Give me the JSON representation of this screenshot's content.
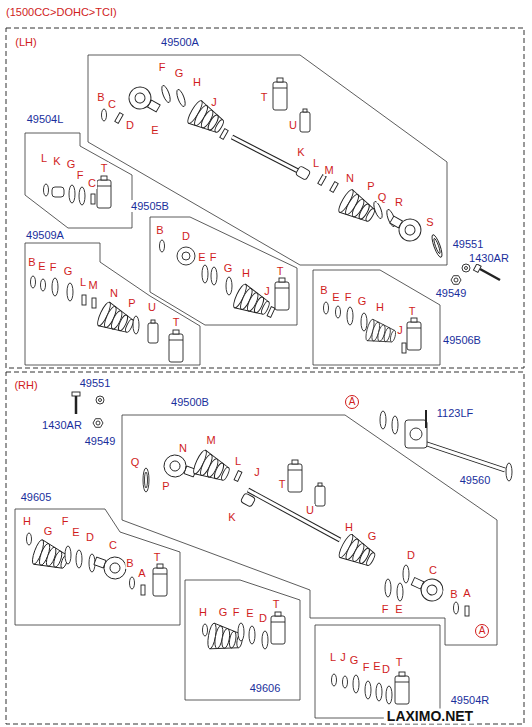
{
  "diagram": {
    "title": "(1500CC>DOHC>TCI)",
    "nodes": [
      {
        "text": [
          "(LH)"
        ]
      },
      {
        "text": [
          "49500A"
        ],
        "in": 0
      },
      {
        "text": [
          "49504L"
        ],
        "in": 0
      },
      {
        "text": [
          "49505B"
        ],
        "in": 0
      },
      {
        "text": [
          "49509A"
        ],
        "in": 0
      },
      {
        "text": [
          "49506B"
        ],
        "in": 0
      },
      {
        "text": [
          "(RH)"
        ]
      },
      {
        "text": [
          "49500B"
        ],
        "in": 6
      },
      {
        "text": [
          "49605"
        ],
        "in": 6
      },
      {
        "text": [
          "49606"
        ],
        "in": 6
      },
      {
        "text": [
          "49504R"
        ],
        "in": 6
      }
    ],
    "labels": [
      "B",
      "C",
      "D",
      "E",
      "F",
      "G",
      "H",
      "J",
      "T",
      "U",
      "K",
      "L",
      "M",
      "N",
      "P",
      "Q",
      "R",
      "S",
      "L",
      "K",
      "G",
      "F",
      "C",
      "T",
      "B",
      "D",
      "E",
      "F",
      "G",
      "H",
      "J",
      "T",
      "B",
      "E",
      "F",
      "G",
      "L",
      "M",
      "N",
      "P",
      "U",
      "T",
      "B",
      "E",
      "F",
      "G",
      "H",
      "J",
      "T",
      "49551",
      "1430AR",
      "49549",
      "49551",
      "1430AR",
      "49549",
      "A",
      "1123LF",
      "49560",
      "Q",
      "P",
      "N",
      "M",
      "L",
      "K",
      "J",
      "T",
      "U",
      "H",
      "G",
      "D",
      "C",
      "F",
      "E",
      "B",
      "A",
      "A",
      "H",
      "G",
      "F",
      "E",
      "D",
      "C",
      "B",
      "A",
      "T",
      "H",
      "G",
      "F",
      "E",
      "D",
      "T",
      "L",
      "J",
      "G",
      "F",
      "E",
      "D",
      "T",
      "LAXIMO.NET"
    ]
  }
}
